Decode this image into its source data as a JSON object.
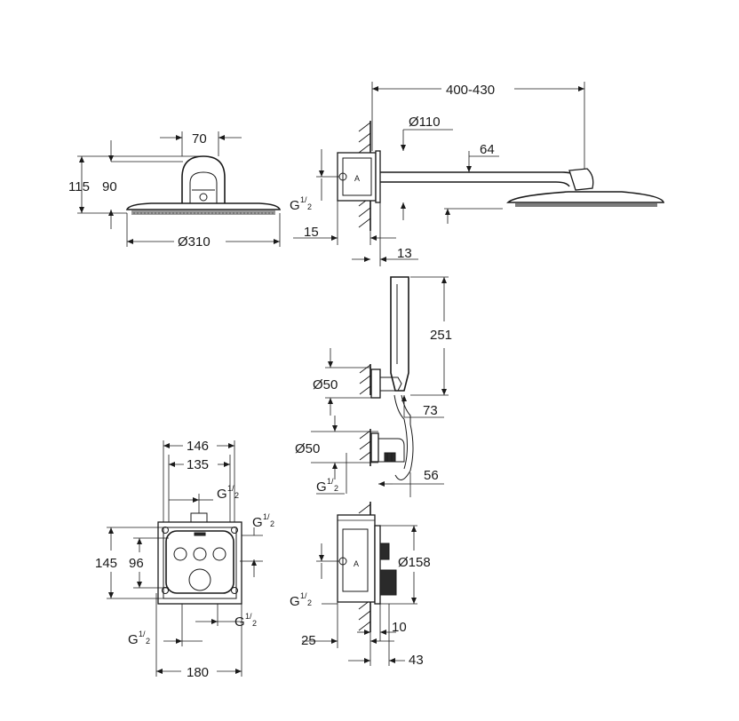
{
  "labels": {
    "head_d": "Ø310",
    "head_h1": "115",
    "head_h2": "90",
    "head_w": "70",
    "arm_len": "400-430",
    "arm_d": "Ø110",
    "arm_64": "64",
    "arm_15": "15",
    "arm_13": "13",
    "g": "G",
    "half": "1/",
    "two": "2",
    "hand_251": "251",
    "hand_d1": "Ø50",
    "hand_73": "73",
    "hand_d2": "Ø50",
    "hand_56": "56",
    "box_146": "146",
    "box_135": "135",
    "box_145": "145",
    "box_96": "96",
    "box_180": "180",
    "side_d": "Ø158",
    "side_25": "25",
    "side_10": "10",
    "side_43": "43"
  },
  "icons": [
    "wall-hatch-icon",
    "thread-connector-icon",
    "valve-button-icon"
  ],
  "colors": {
    "line": "#1a1a1a",
    "paper": "#ffffff"
  }
}
